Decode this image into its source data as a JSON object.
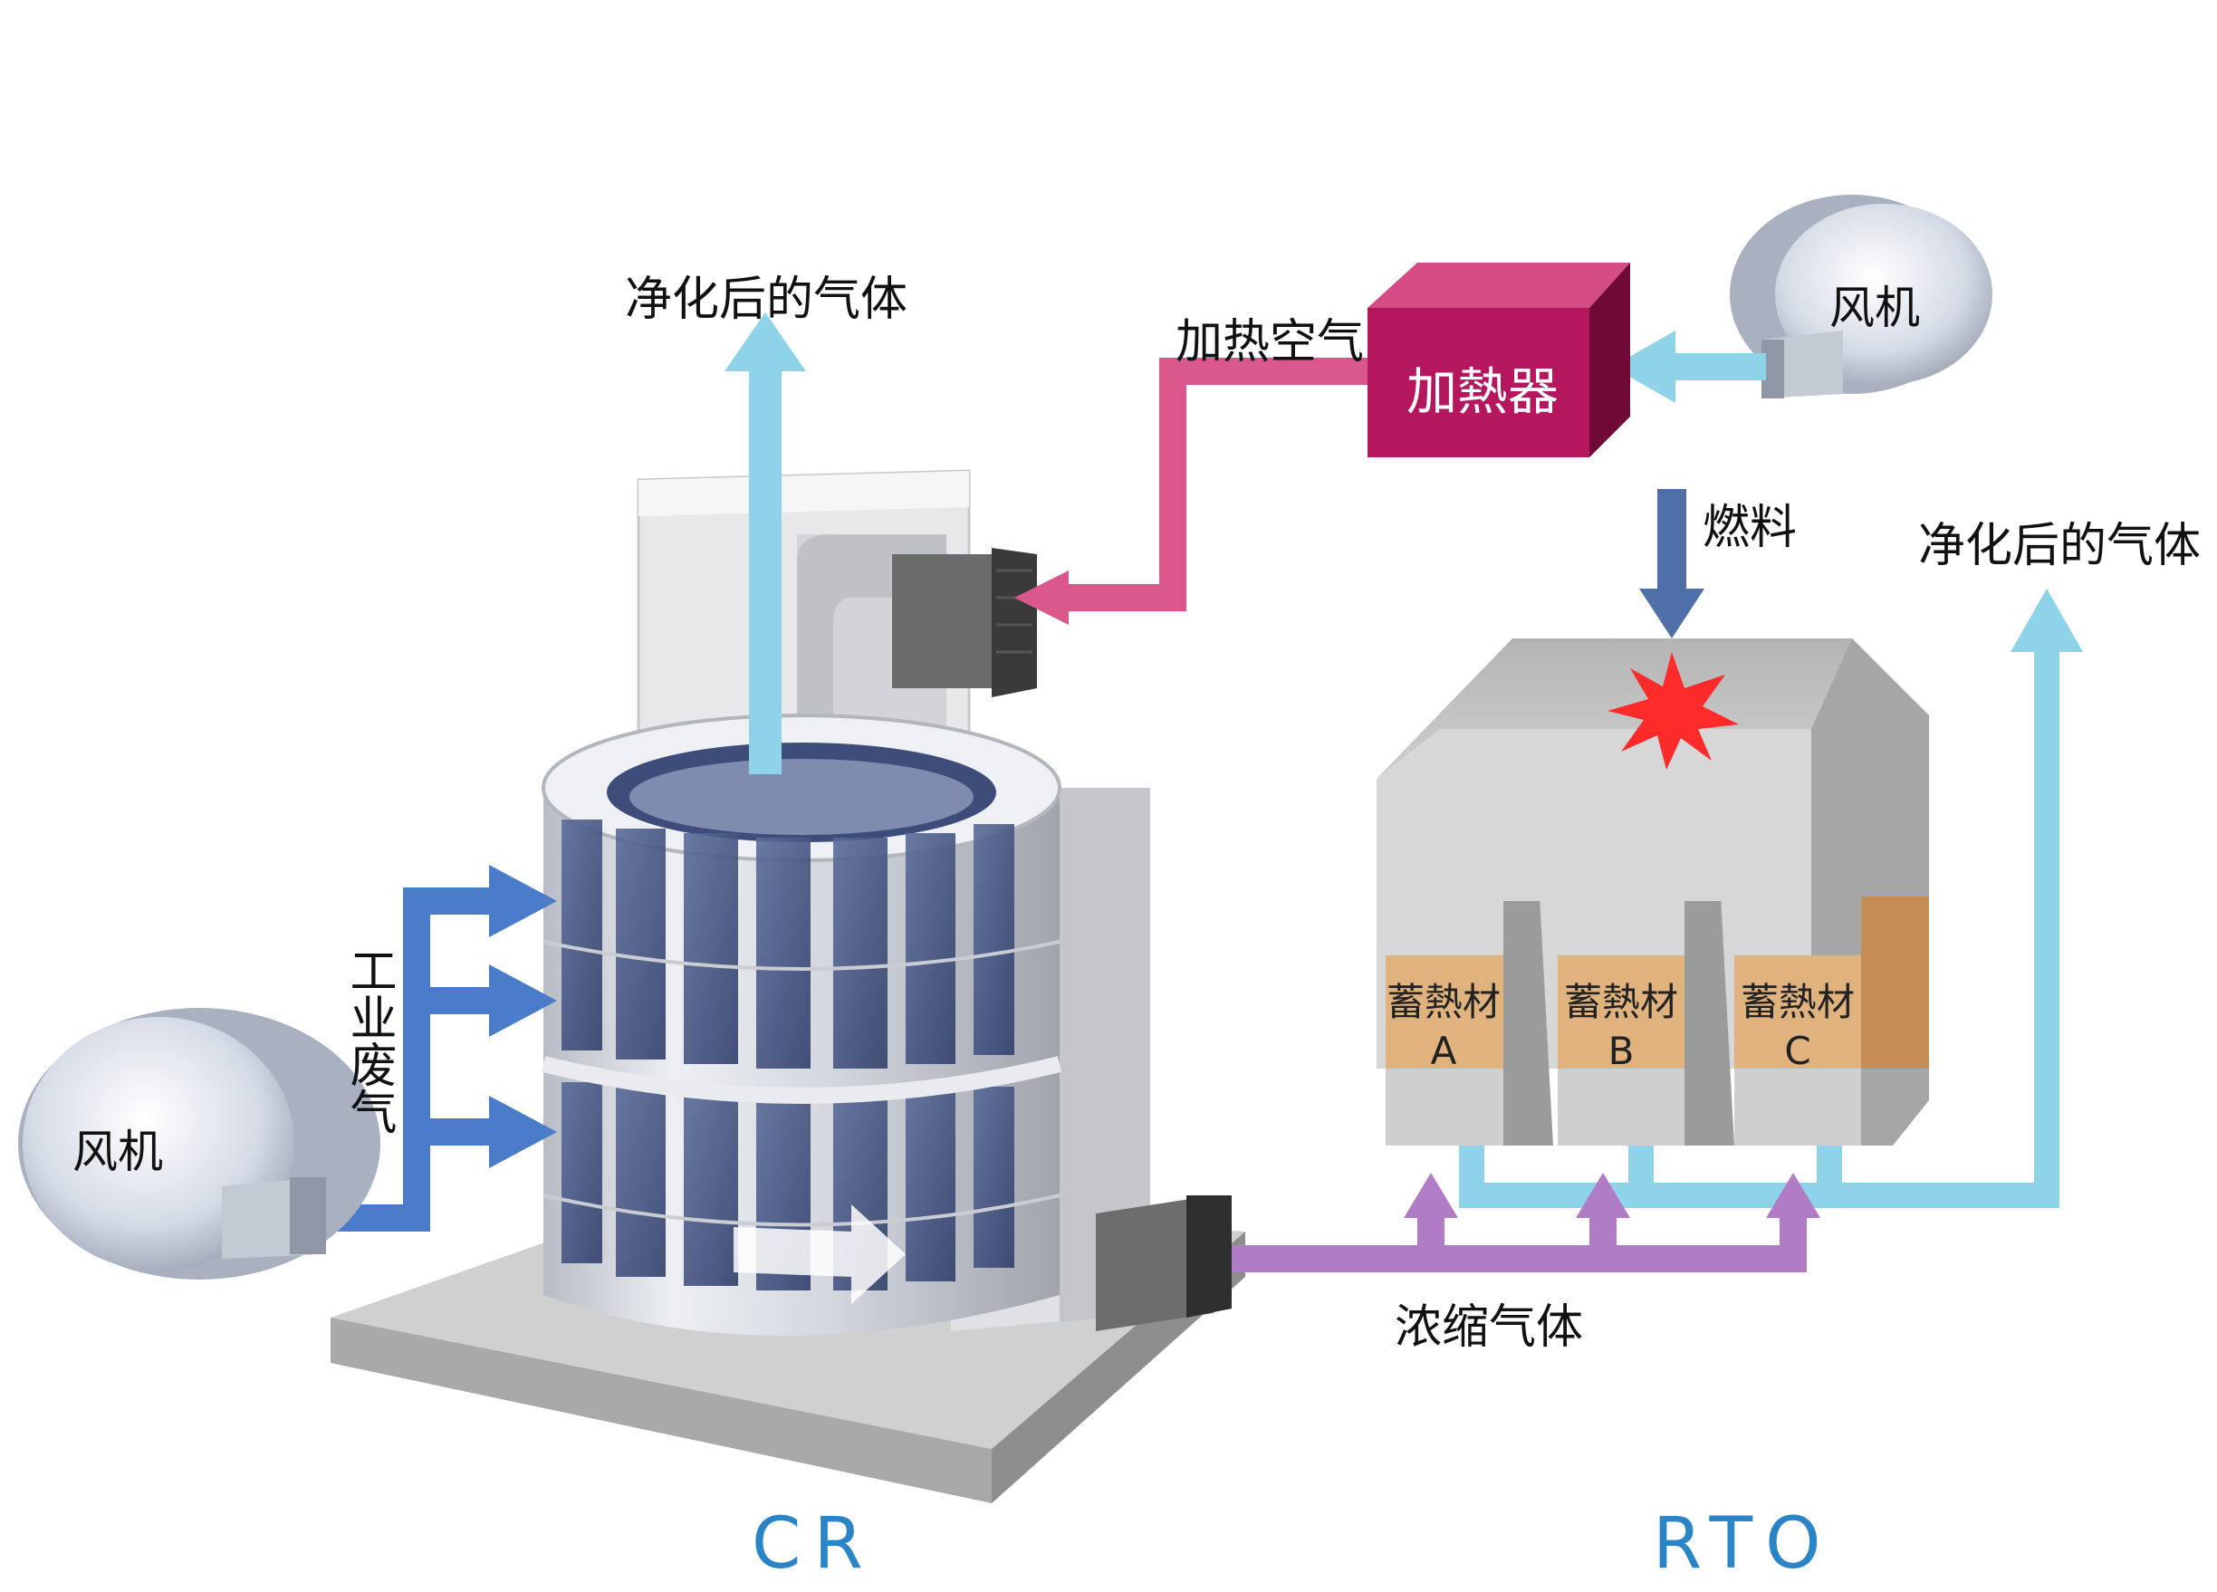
{
  "labels": {
    "purified_gas_left": "净化后的气体",
    "heated_air": "加热空气",
    "heater": "加熱器",
    "fan_top": "风机",
    "fuel": "燃料",
    "purified_gas_right": "净化后的气体",
    "industrial_waste_gas": "工业废气",
    "fan_left": "风机",
    "bed_a": "蓄熱材\nA",
    "bed_b": "蓄熱材\nB",
    "bed_c": "蓄熱材\nC",
    "concentrated_gas": "浓缩气体",
    "cr": "CR",
    "rto": "RTO"
  },
  "colors": {
    "clean_air": "#8fd3e8",
    "heated_air": "#d9578a",
    "waste_gas": "#4a7cc9",
    "concentrated_gas": "#b07cc6",
    "fuel": "#4f6fa8",
    "heater": "#b5175e",
    "regen_bed": "#e0b27e",
    "rto_body": "#c9c9c9",
    "flame": "#ff2a2a",
    "label_blue": "#2a84c6"
  }
}
